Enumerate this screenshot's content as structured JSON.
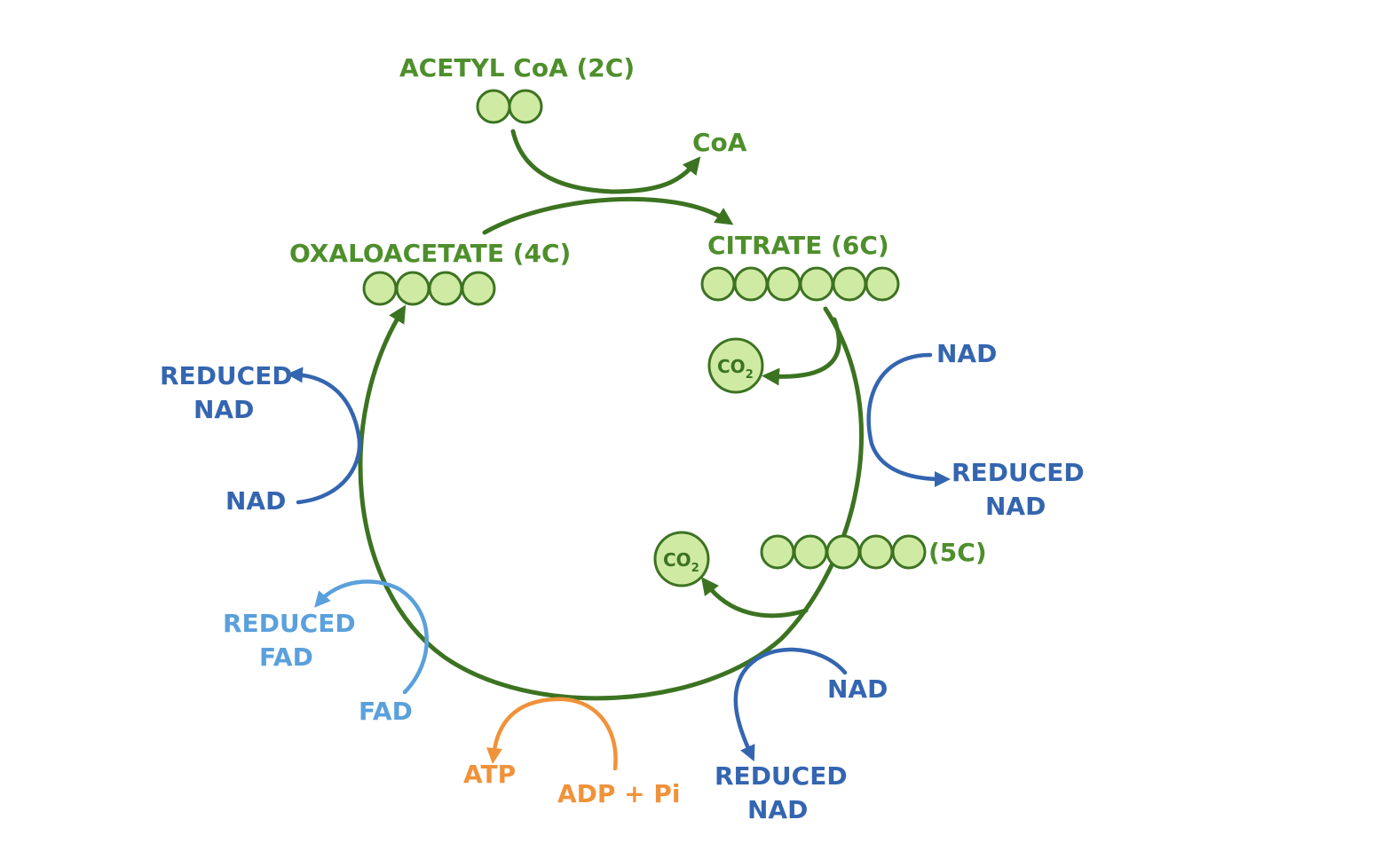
{
  "labels": {
    "acetyl_coa": "ACETYL CoA (2C)",
    "coa": "CoA",
    "citrate": "CITRATE (6C)",
    "oxaloacetate": "OXALOACETATE (4C)",
    "five_carbon": "(5C)",
    "co2": "CO",
    "co2_subscript": "2",
    "nad_right": "NAD",
    "reduced_nad_right_line1": "REDUCED",
    "reduced_nad_right_line2": "NAD",
    "nad_left": "NAD",
    "reduced_nad_left_line1": "REDUCED",
    "reduced_nad_left_line2": "NAD",
    "nad_bottom": "NAD",
    "reduced_nad_bottom_line1": "REDUCED",
    "reduced_nad_bottom_line2": "NAD",
    "fad": "FAD",
    "reduced_fad_line1": "REDUCED",
    "reduced_fad_line2": "FAD",
    "adp_pi": "ADP + Pi",
    "atp": "ATP"
  },
  "carbon_counts": {
    "acetyl_coa": 2,
    "citrate": 6,
    "oxaloacetate": 4,
    "five_carbon": 5
  },
  "colors": {
    "carbon_cycle": "#3c7321",
    "carbon_label": "#4e8f2c",
    "carbon_fill": "#cfeaa3",
    "nad": "#3465b0",
    "fad": "#5aa0dc",
    "atp": "#f0923a"
  }
}
